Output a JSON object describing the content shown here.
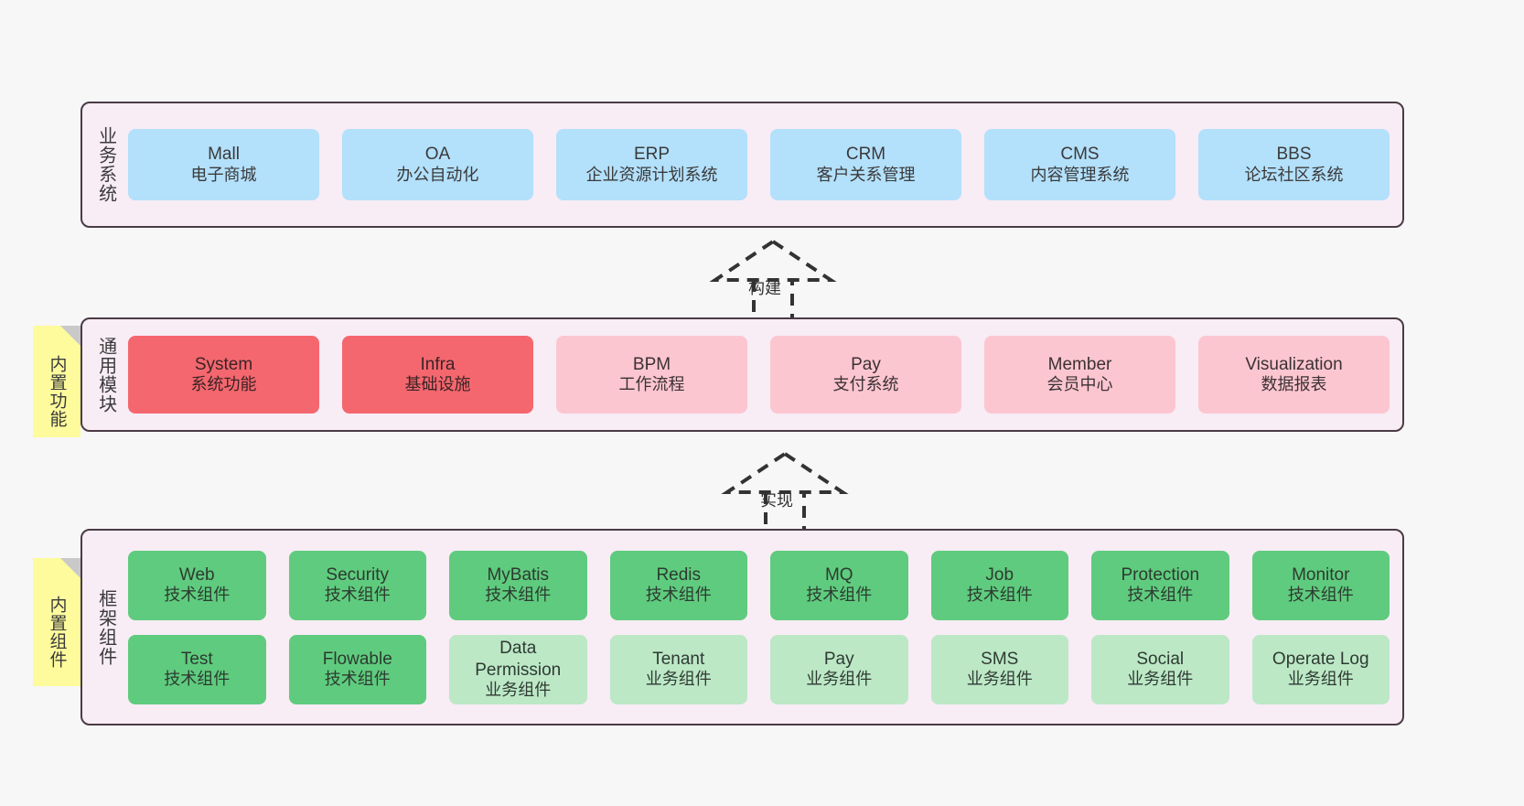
{
  "theme": {
    "background": "#f7f7f7",
    "panel_bg": "#f8ecf5",
    "panel_border": "#4a3b44",
    "business_card": "#b3e0fb",
    "core_module_strong": "#f4676e",
    "core_module_soft": "#fcc6d0",
    "framework_tech": "#5fcb7e",
    "framework_business": "#bce8c6",
    "sticky_note": "#fdfb9c",
    "sticky_fold": "#c9c9c9"
  },
  "layers": {
    "business": {
      "title": "业务系统",
      "rows": [
        [
          {
            "en": "Mall",
            "cn": "电子商城"
          },
          {
            "en": "OA",
            "cn": "办公自动化"
          },
          {
            "en": "ERP",
            "cn": "企业资源计划系统"
          },
          {
            "en": "CRM",
            "cn": "客户关系管理"
          },
          {
            "en": "CMS",
            "cn": "内容管理系统"
          },
          {
            "en": "BBS",
            "cn": "论坛社区系统"
          }
        ]
      ]
    },
    "common": {
      "title": "通用模块",
      "sticky": "内置功能",
      "rows": [
        [
          {
            "en": "System",
            "cn": "系统功能",
            "tone": "red"
          },
          {
            "en": "Infra",
            "cn": "基础设施",
            "tone": "red"
          },
          {
            "en": "BPM",
            "cn": "工作流程",
            "tone": "pink"
          },
          {
            "en": "Pay",
            "cn": "支付系统",
            "tone": "pink"
          },
          {
            "en": "Member",
            "cn": "会员中心",
            "tone": "pink"
          },
          {
            "en": "Visualization",
            "cn": "数据报表",
            "tone": "pink"
          }
        ]
      ]
    },
    "framework": {
      "title": "框架组件",
      "sticky": "内置组件",
      "rows": [
        [
          {
            "en": "Web",
            "cn": "技术组件",
            "tone": "green"
          },
          {
            "en": "Security",
            "cn": "技术组件",
            "tone": "green"
          },
          {
            "en": "MyBatis",
            "cn": "技术组件",
            "tone": "green"
          },
          {
            "en": "Redis",
            "cn": "技术组件",
            "tone": "green"
          },
          {
            "en": "MQ",
            "cn": "技术组件",
            "tone": "green"
          },
          {
            "en": "Job",
            "cn": "技术组件",
            "tone": "green"
          },
          {
            "en": "Protection",
            "cn": "技术组件",
            "tone": "green"
          },
          {
            "en": "Monitor",
            "cn": "技术组件",
            "tone": "green"
          }
        ],
        [
          {
            "en": "Test",
            "cn": "技术组件",
            "tone": "green"
          },
          {
            "en": "Flowable",
            "cn": "技术组件",
            "tone": "green"
          },
          {
            "en": "Data Permission",
            "cn": "业务组件",
            "tone": "lightgreen"
          },
          {
            "en": "Tenant",
            "cn": "业务组件",
            "tone": "lightgreen"
          },
          {
            "en": "Pay",
            "cn": "业务组件",
            "tone": "lightgreen"
          },
          {
            "en": "SMS",
            "cn": "业务组件",
            "tone": "lightgreen"
          },
          {
            "en": "Social",
            "cn": "业务组件",
            "tone": "lightgreen"
          },
          {
            "en": "Operate Log",
            "cn": "业务组件",
            "tone": "lightgreen"
          }
        ]
      ]
    }
  },
  "connectors": [
    {
      "label": "构建"
    },
    {
      "label": "实现"
    }
  ]
}
